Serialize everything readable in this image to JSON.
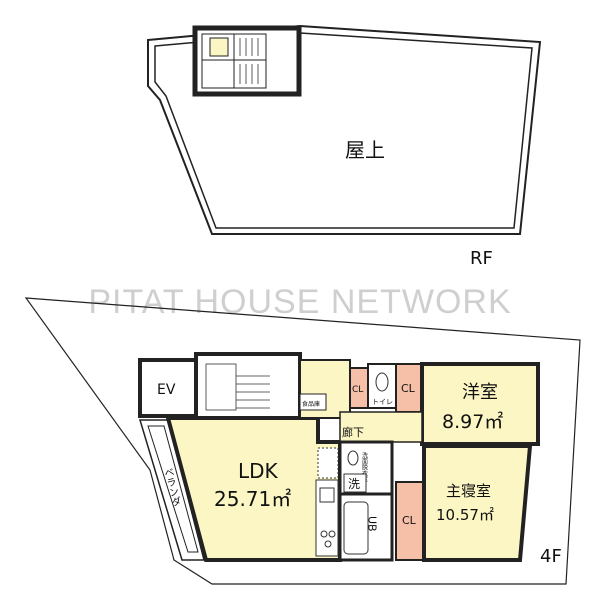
{
  "watermark": "PITAT HOUSE NETWORK",
  "roof_floor": {
    "floor_label": "RF",
    "rooftop_label": "屋上"
  },
  "fourth_floor": {
    "floor_label": "4F",
    "ev_label": "EV",
    "ldk": {
      "name": "LDK",
      "area": "25.71㎡"
    },
    "western_room": {
      "name": "洋室",
      "area": "8.97㎡"
    },
    "master_bedroom": {
      "name": "主寝室",
      "area": "10.57㎡"
    },
    "corridor_label": "廊下",
    "closet_label": "CL",
    "toilet_label": "トイレ",
    "pantry_label": "食品庫",
    "washroom_label": "洗面脱衣室",
    "washer_label": "洗",
    "bath_label": "UB",
    "balcony_label": "ベランダ"
  },
  "colors": {
    "room_fill": "#fbf6c4",
    "closet_fill": "#f6c0a8",
    "wet_area_fill": "#ffffff",
    "wall": "#222222"
  }
}
